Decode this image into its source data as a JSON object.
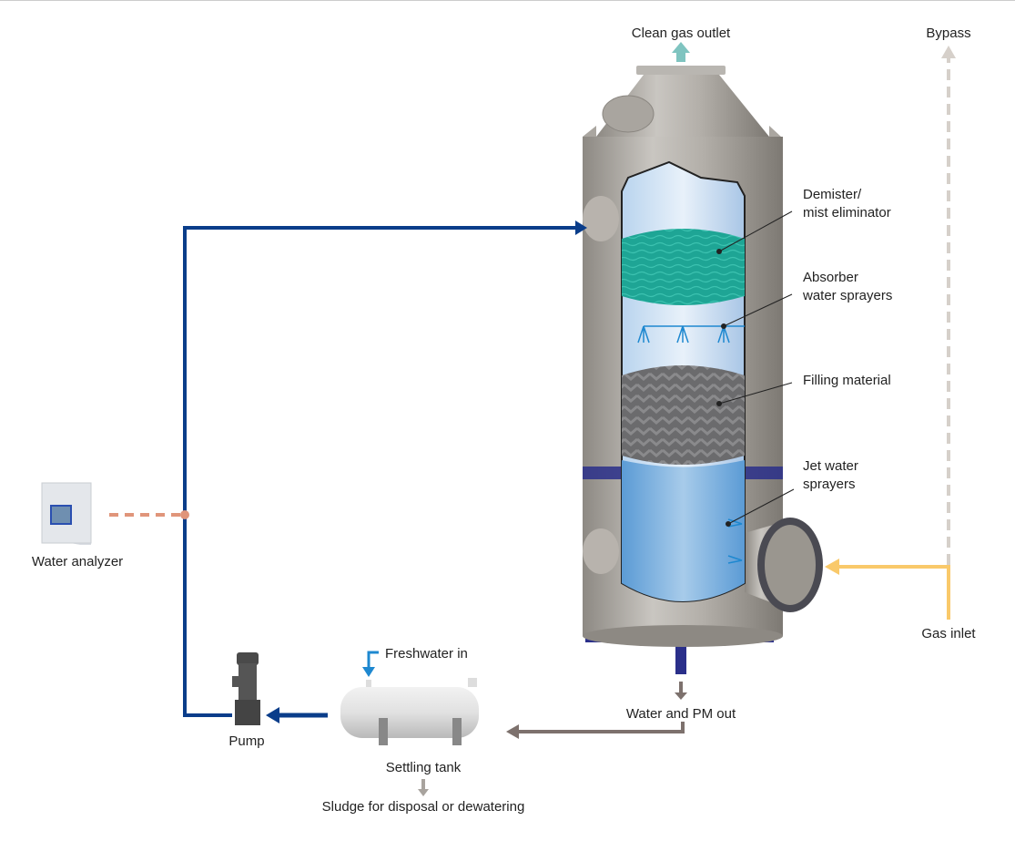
{
  "labels": {
    "clean_gas_outlet": "Clean gas outlet",
    "bypass": "Bypass",
    "demister_1": "Demister/",
    "demister_2": "mist eliminator",
    "absorber_1": "Absorber",
    "absorber_2": "water sprayers",
    "filling": "Filling material",
    "jet_1": "Jet water",
    "jet_2": "sprayers",
    "gas_inlet": "Gas inlet",
    "water_analyzer": "Water analyzer",
    "freshwater_in": "Freshwater in",
    "pump": "Pump",
    "water_pm_out": "Water and PM out",
    "settling_tank": "Settling tank",
    "sludge": "Sludge for disposal or dewatering"
  },
  "colors": {
    "recirculation_line": "#0a3d8a",
    "analyzer_signal": "#e0957a",
    "gas_inlet": "#f9c96a",
    "bypass": "#d6d0ca",
    "clean_gas": "#7fc4c0",
    "water_out": "#7d716d",
    "freshwater": "#1e88d0",
    "sludge": "#a8a39e",
    "demister": "#1fa99a",
    "filling": "#6e6e70",
    "water": "#6aa8dc"
  }
}
